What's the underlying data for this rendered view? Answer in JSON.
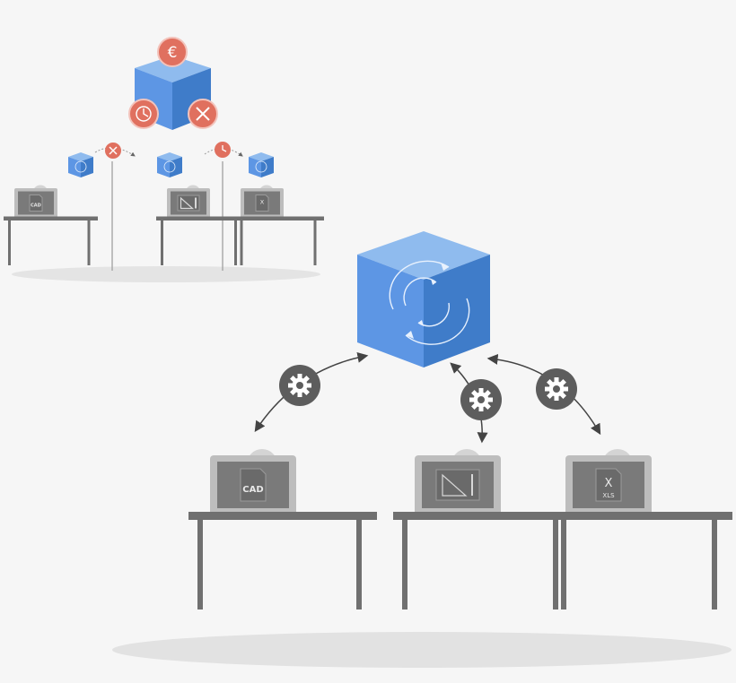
{
  "colors": {
    "background": "#f6f6f6",
    "cube_top": "#8fbbee",
    "cube_left": "#5d96e4",
    "cube_right": "#3f7cc9",
    "accent_red": "#e0705f",
    "desk": "#707070",
    "monitor_frame": "#bdbdbd",
    "monitor_screen": "#7a7a7a",
    "person": "#d4d4d4",
    "gear_badge": "#5d5d5d",
    "floor_shadow": "#e2e2e2"
  },
  "legacy": {
    "cube_icons": [
      "euro-icon",
      "clock-icon",
      "close-icon"
    ],
    "cube_euro_symbol": "€",
    "stations": [
      {
        "file_icon": "cad-file-icon",
        "file_label": "CAD"
      },
      {
        "file_icon": "drawing-file-icon",
        "file_label": ""
      },
      {
        "file_icon": "xls-file-icon",
        "file_label": "X"
      }
    ],
    "connector_icons": [
      "close-icon",
      "clock-icon"
    ]
  },
  "modern": {
    "hub_icon": "sync-icon",
    "link_icon": "gear-icon",
    "stations": [
      {
        "file_icon": "cad-file-icon",
        "file_label": "CAD"
      },
      {
        "file_icon": "drawing-file-icon",
        "file_label": ""
      },
      {
        "file_icon": "xls-file-icon",
        "file_label": "X",
        "file_sub": "XLS"
      }
    ]
  }
}
